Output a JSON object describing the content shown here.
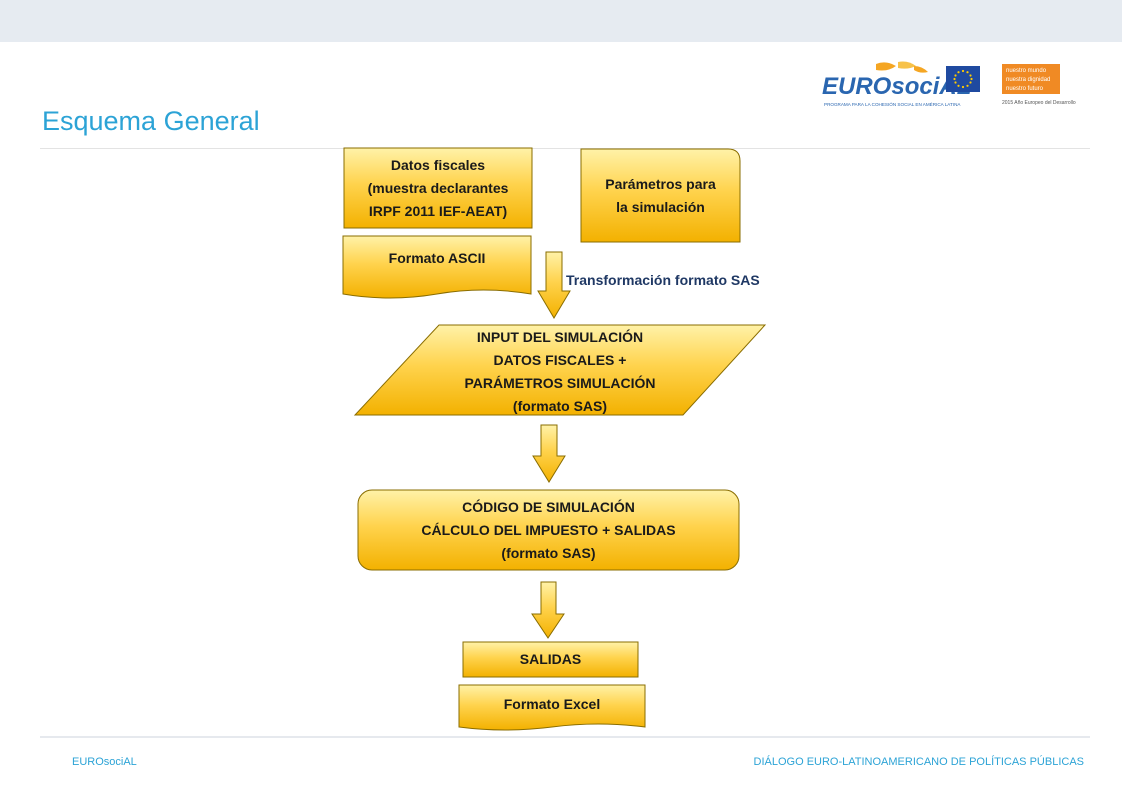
{
  "slide": {
    "title": "Esquema General",
    "footer_left": "EUROsociAL",
    "footer_right": "DIÁLOGO EURO-LATINOAMERICANO DE POLÍTICAS PÚBLICAS"
  },
  "logos": {
    "eurosocial_text": "EUROsociAL",
    "eurosocial_tagline": "PROGRAMA PARA LA COHESIÓN SOCIAL EN AMÉRICA LATINA",
    "year_badge_lines": [
      "nuestro mundo",
      "nuestra dignidad",
      "nuestro futuro"
    ],
    "year_caption": "2015 Año Europeo del Desarrollo"
  },
  "diagram": {
    "nodes": {
      "datos_fiscales": "Datos fiscales\n(muestra declarantes\nIRPF 2011 IEF-AEAT)",
      "parametros": "Parámetros para\nla simulación",
      "formato_ascii": "Formato ASCII",
      "input": "INPUT DEL SIMULACIÓN\nDATOS FISCALES +\nPARÁMETROS SIMULACIÓN\n(formato SAS)",
      "codigo": "CÓDIGO DE SIMULACIÓN\nCÁLCULO DEL IMPUESTO + SALIDAS\n(formato SAS)",
      "salidas": "SALIDAS",
      "formato_excel": "Formato Excel"
    },
    "edges": {
      "transformacion": "Transformación formato SAS"
    }
  },
  "colors": {
    "title": "#2ca3d6",
    "shape_top": "#fff0a0",
    "shape_bottom": "#f5b700",
    "shape_stroke": "#8a6d00",
    "label_blue": "#1f3864"
  }
}
